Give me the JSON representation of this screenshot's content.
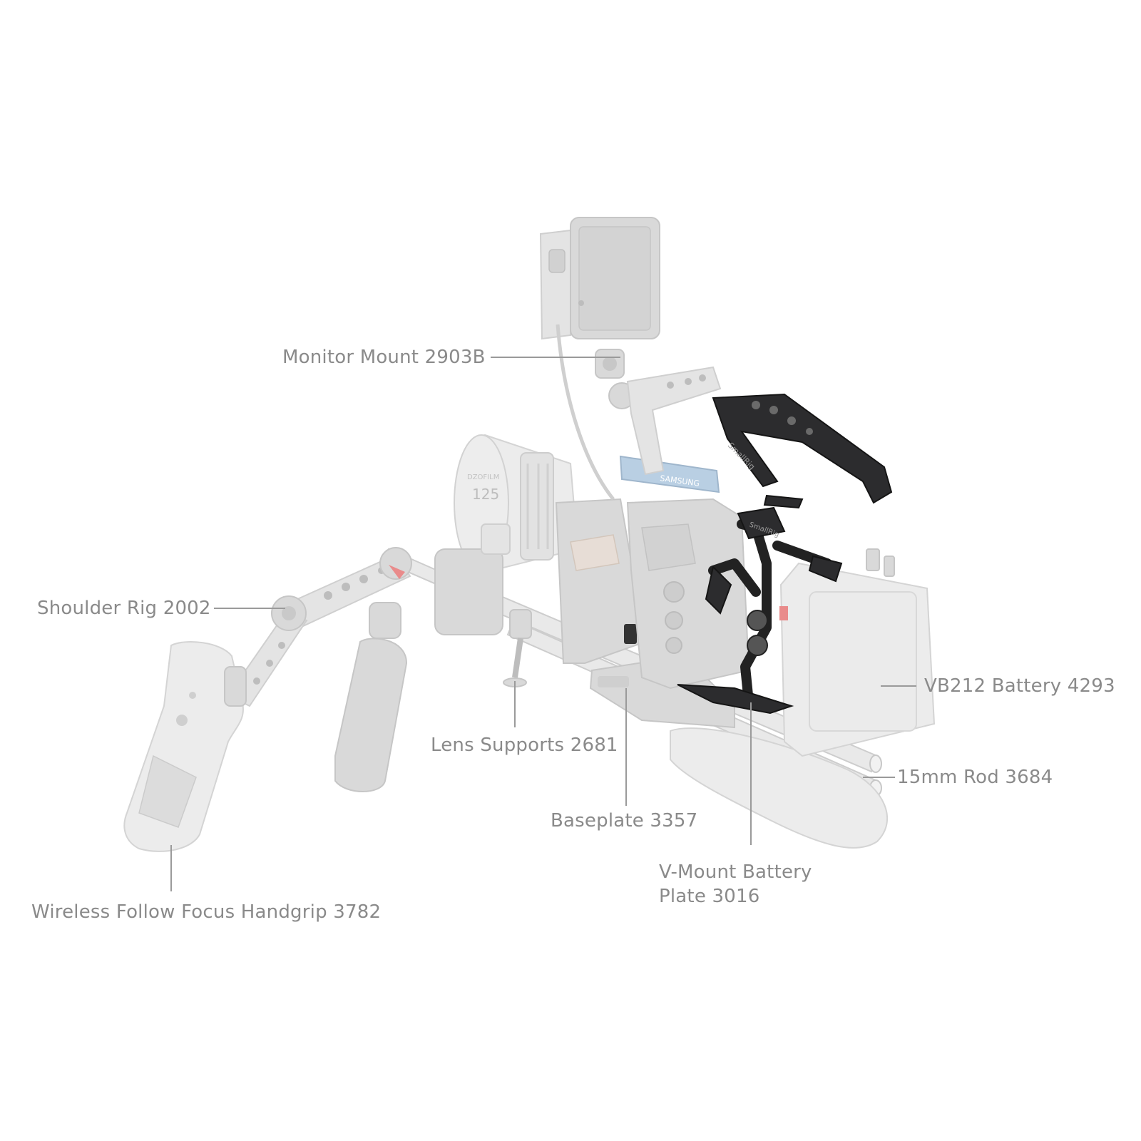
{
  "callouts": {
    "monitor_mount": "Monitor Mount 2903B",
    "shoulder_rig": "Shoulder Rig 2002",
    "wireless_handgrip": "Wireless Follow Focus Handgrip 3782",
    "lens_supports": "Lens Supports 2681",
    "baseplate": "Baseplate 3357",
    "v_mount_plate_line1": "V-Mount Battery",
    "v_mount_plate_line2": "Plate 3016",
    "rod_15mm": "15mm Rod 3684",
    "vb212_battery": "VB212 Battery 4293"
  },
  "product_markings": {
    "lens_focal": "125",
    "lens_brand": "DZOFILM",
    "cage_brand": "SmallRig"
  },
  "colors": {
    "label_text": "#8a8a8a",
    "leader_line": "#9a9a9a",
    "ghost_part": "#e4e4e4",
    "highlight_part": "#2c2c2e",
    "ssd_blue": "#b9cfe3",
    "accent_red": "#e98b8b"
  }
}
